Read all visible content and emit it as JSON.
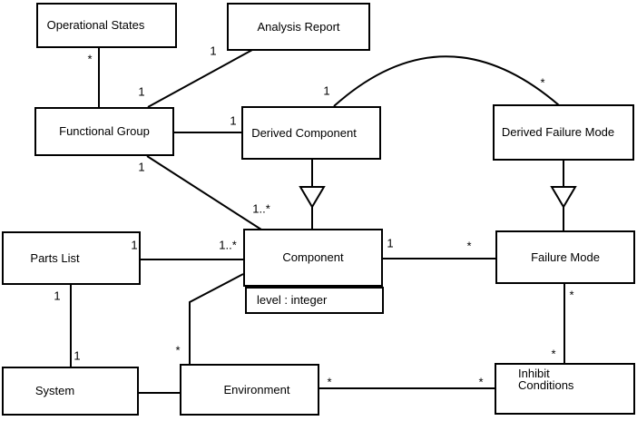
{
  "diagram": {
    "type": "uml-class-diagram",
    "background_color": "#ffffff",
    "line_color": "#000000",
    "classes": {
      "operational_states": {
        "name": "Operational States"
      },
      "analysis_report": {
        "name": "Analysis Report"
      },
      "functional_group": {
        "name": "Functional Group"
      },
      "derived_component": {
        "name": "Derived Component"
      },
      "derived_failure_mode": {
        "name": "Derived Failure Mode"
      },
      "component": {
        "name": "Component",
        "attributes": [
          "level : integer"
        ]
      },
      "failure_mode": {
        "name": "Failure Mode"
      },
      "parts_list": {
        "name": "Parts List"
      },
      "system": {
        "name": "System"
      },
      "environment": {
        "name": "Environment"
      },
      "inhibit_conditions": {
        "name": "Inhibit\nConditions"
      }
    },
    "associations": [
      {
        "from": "Operational States",
        "to": "Functional Group",
        "from_label": "*",
        "to_label": ""
      },
      {
        "from": "Analysis Report",
        "to": "Functional Group",
        "from_label": "1",
        "to_label": "1"
      },
      {
        "from": "Functional Group",
        "to": "Derived Component",
        "from_label": "",
        "to_label": "1"
      },
      {
        "from": "Functional Group",
        "to": "Component",
        "from_label": "1",
        "to_label": "1..*"
      },
      {
        "from": "Parts List",
        "to": "Component",
        "from_label": "1",
        "to_label": "1..*"
      },
      {
        "from": "Component",
        "to": "Failure Mode",
        "from_label": "1",
        "to_label": "*"
      },
      {
        "from": "Derived Component",
        "to": "Derived Failure Mode",
        "from_label": "1",
        "to_label": "*",
        "style": "arc"
      },
      {
        "from": "Component",
        "to": "Environment",
        "from_label": "",
        "to_label": "*"
      },
      {
        "from": "Failure Mode",
        "to": "Inhibit Conditions",
        "from_label": "*",
        "to_label": "*"
      },
      {
        "from": "Parts List",
        "to": "System",
        "from_label": "1",
        "to_label": "1"
      },
      {
        "from": "System",
        "to": "Environment",
        "from_label": "",
        "to_label": ""
      },
      {
        "from": "Environment",
        "to": "Inhibit Conditions",
        "from_label": "*",
        "to_label": "*"
      }
    ],
    "generalizations": [
      {
        "child": "Derived Component",
        "parent": "Component"
      },
      {
        "child": "Derived Failure Mode",
        "parent": "Failure Mode"
      }
    ]
  }
}
